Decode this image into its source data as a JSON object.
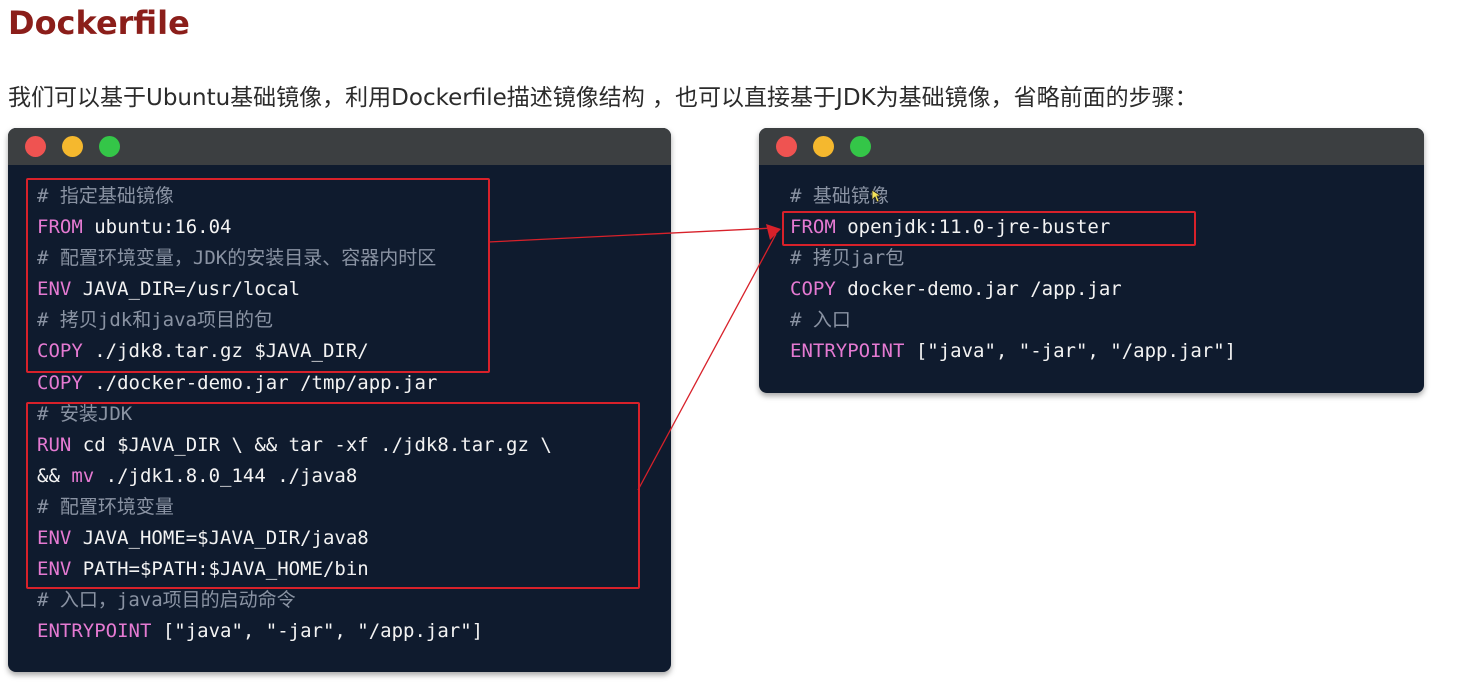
{
  "heading": "Dockerfile",
  "description": "我们可以基于Ubuntu基础镜像，利用Dockerfile描述镜像结构 ，也可以直接基于JDK为基础镜像，省略前面的步骤：",
  "left_window": {
    "lines": [
      {
        "kind": "comment",
        "text": "# 指定基础镜像"
      },
      {
        "kind": "cmd",
        "kw": "FROM",
        "rest": " ubuntu:16.04"
      },
      {
        "kind": "comment",
        "text": "# 配置环境变量，JDK的安装目录、容器内时区"
      },
      {
        "kind": "cmd",
        "kw": "ENV",
        "rest": " JAVA_DIR=/usr/local"
      },
      {
        "kind": "comment",
        "text": "# 拷贝jdk和java项目的包"
      },
      {
        "kind": "cmd",
        "kw": "COPY",
        "rest": " ./jdk8.tar.gz $JAVA_DIR/"
      },
      {
        "kind": "cmd",
        "kw": "COPY",
        "rest": " ./docker-demo.jar /tmp/app.jar"
      },
      {
        "kind": "comment",
        "text": "# 安装JDK"
      },
      {
        "kind": "cmd",
        "kw": "RUN",
        "rest": " cd $JAVA_DIR \\ && tar -xf ./jdk8.tar.gz \\"
      },
      {
        "kind": "mixed",
        "pre": "&& ",
        "kw": "mv",
        "rest": " ./jdk1.8.0_144 ./java8"
      },
      {
        "kind": "comment",
        "text": "# 配置环境变量"
      },
      {
        "kind": "cmd",
        "kw": "ENV",
        "rest": " JAVA_HOME=$JAVA_DIR/java8"
      },
      {
        "kind": "cmd",
        "kw": "ENV",
        "rest": " PATH=$PATH:$JAVA_HOME/bin"
      },
      {
        "kind": "comment",
        "text": "# 入口，java项目的启动命令"
      },
      {
        "kind": "cmd",
        "kw": "ENTRYPOINT",
        "rest": " [\"java\", \"-jar\", \"/app.jar\"]"
      }
    ]
  },
  "right_window": {
    "lines": [
      {
        "kind": "comment",
        "text": "# 基础镜像"
      },
      {
        "kind": "cmd",
        "kw": "FROM",
        "rest": " openjdk:11.0-jre-buster"
      },
      {
        "kind": "comment",
        "text": "# 拷贝jar包"
      },
      {
        "kind": "cmd",
        "kw": "COPY",
        "rest": " docker-demo.jar /app.jar"
      },
      {
        "kind": "comment",
        "text": "# 入口"
      },
      {
        "kind": "cmd",
        "kw": "ENTRYPOINT",
        "rest": " [\"java\", \"-jar\", \"/app.jar\"]"
      }
    ]
  },
  "colors": {
    "heading": "#8b1e1a",
    "window_bg": "#0f1b2e",
    "titlebar": "#3c3f41",
    "keyword": "#e57ad2",
    "comment": "#8a93a3",
    "highlight": "#d8212a"
  }
}
